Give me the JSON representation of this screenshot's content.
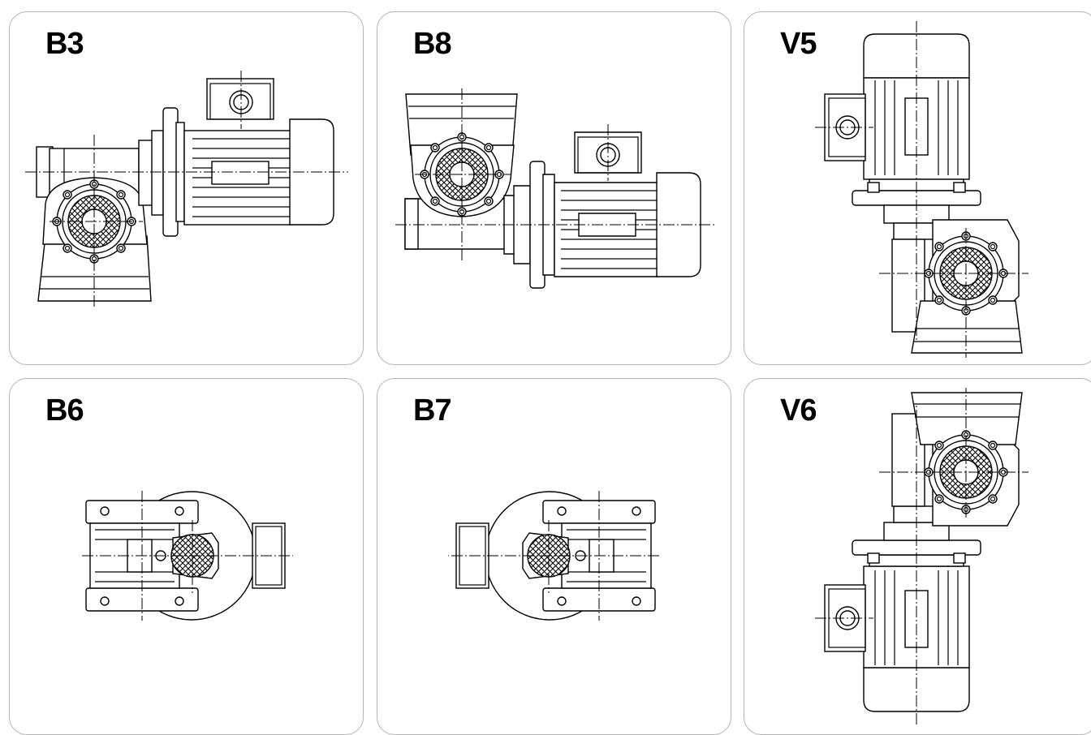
{
  "panels": [
    {
      "id": "b3",
      "label": "B3"
    },
    {
      "id": "b8",
      "label": "B8"
    },
    {
      "id": "v5",
      "label": "V5"
    },
    {
      "id": "b6",
      "label": "B6"
    },
    {
      "id": "b7",
      "label": "B7"
    },
    {
      "id": "v6",
      "label": "V6"
    }
  ]
}
